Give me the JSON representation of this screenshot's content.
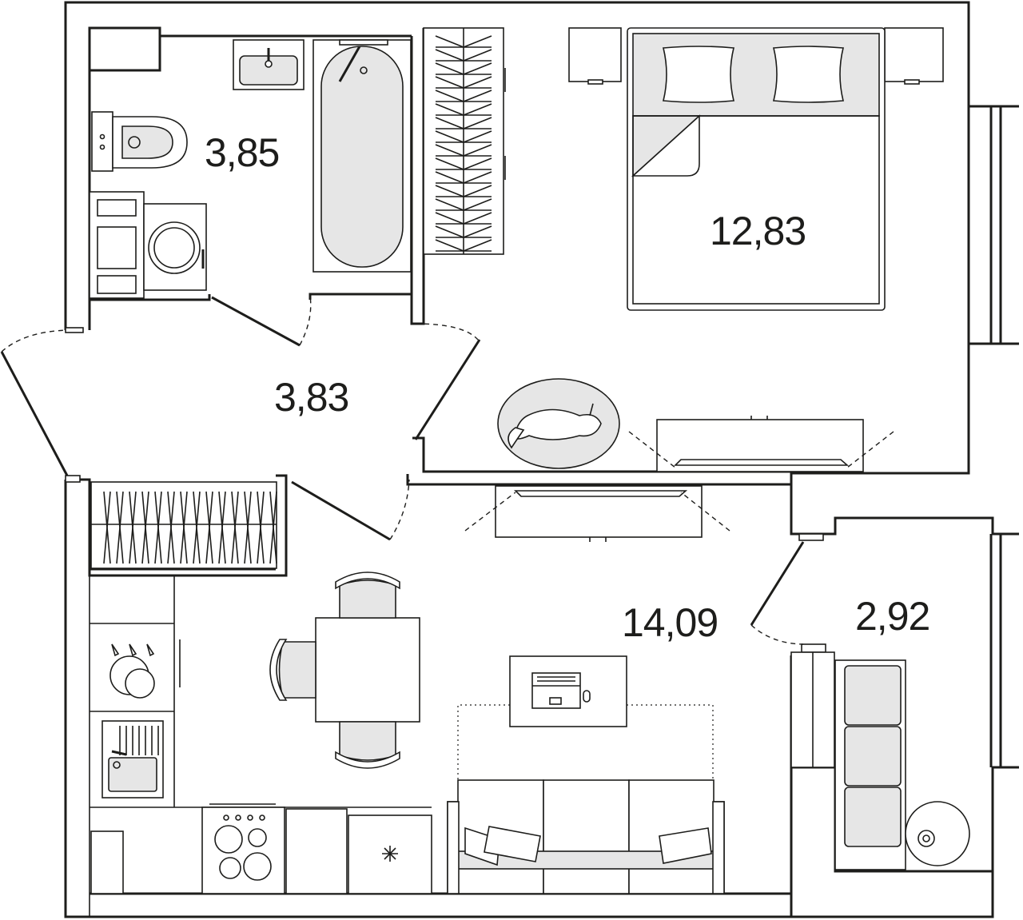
{
  "rooms": {
    "bathroom": {
      "area": "3,85"
    },
    "bedroom": {
      "area": "12,83"
    },
    "hallway": {
      "area": "3,83"
    },
    "living_kitchen": {
      "area": "14,09"
    },
    "balcony": {
      "area": "2,92"
    }
  },
  "colors": {
    "line": "#1d1d1b",
    "fill_grey": "#e6e6e6",
    "background": "#ffffff"
  },
  "icons": [
    "bathtub",
    "sink",
    "toilet",
    "washing-machine",
    "wardrobe",
    "double-bed",
    "pillow",
    "dog-rug",
    "air-conditioner",
    "dining-table",
    "chair",
    "kitchen-stove",
    "kitchen-sink",
    "cooktop",
    "fridge-star",
    "desk-laptop",
    "sofa",
    "armchair",
    "balcony-sofa",
    "round-table"
  ]
}
